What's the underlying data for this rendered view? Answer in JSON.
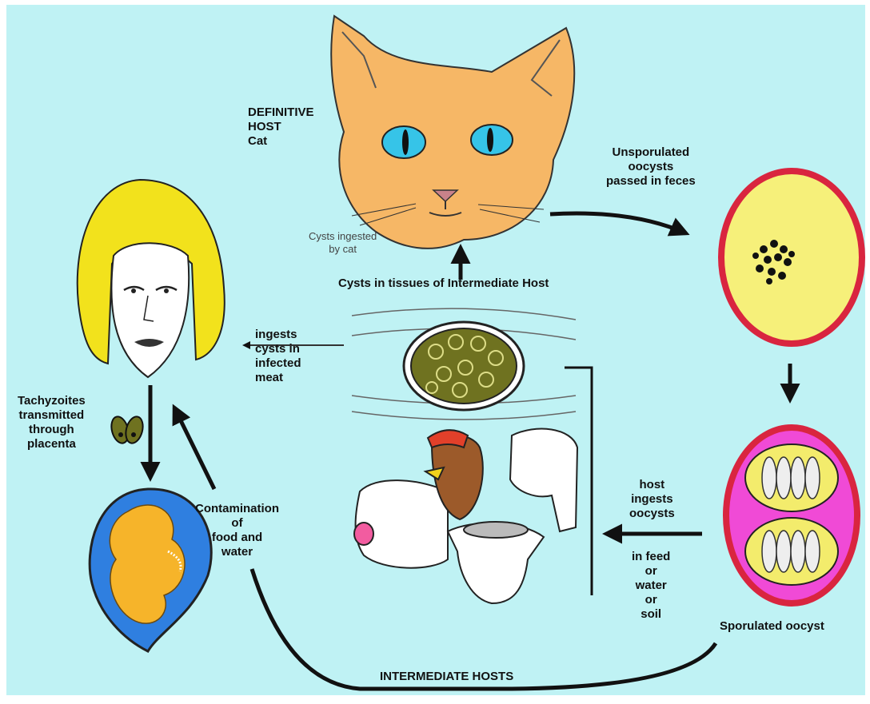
{
  "diagram": {
    "title": "",
    "colors": {
      "background": "#bff2f4",
      "cat": "#f6b766",
      "eye": "#36c4e8",
      "hair": "#f2e21c",
      "fetus": "#f6b42a",
      "womb": "#2f7fe0",
      "oocyst_rim": "#d9253f",
      "unsporulated_fill": "#f6f07a",
      "sporulated_fill": "#f04ad6",
      "sporocyst": "#f3ec6c",
      "tissue_cyst": "#6f7220",
      "arrow": "#111111"
    },
    "labels": {
      "definitive_host": "DEFINITIVE\nHOST\nCat",
      "cysts_ingested_by_cat": "Cysts ingested\nby cat",
      "unsporulated_oocysts": "Unsporulated\noocysts\npassed in feces",
      "cysts_in_tissues": "Cysts in tissues of Intermediate Host",
      "ingests_cysts": "ingests\ncysts in\ninfected\nmeat",
      "tachyzoites": "Tachyzoites\ntransmitted\nthrough\nplacenta",
      "contamination": "Contamination\nof\nfood and\nwater",
      "host_ingests_oocysts": "host\ningests\noocysts",
      "in_feed_or_water": "in feed\nor\nwater\nor\nsoil",
      "sporulated_oocyst": "Sporulated oocyst",
      "intermediate_hosts": "INTERMEDIATE HOSTS"
    }
  }
}
